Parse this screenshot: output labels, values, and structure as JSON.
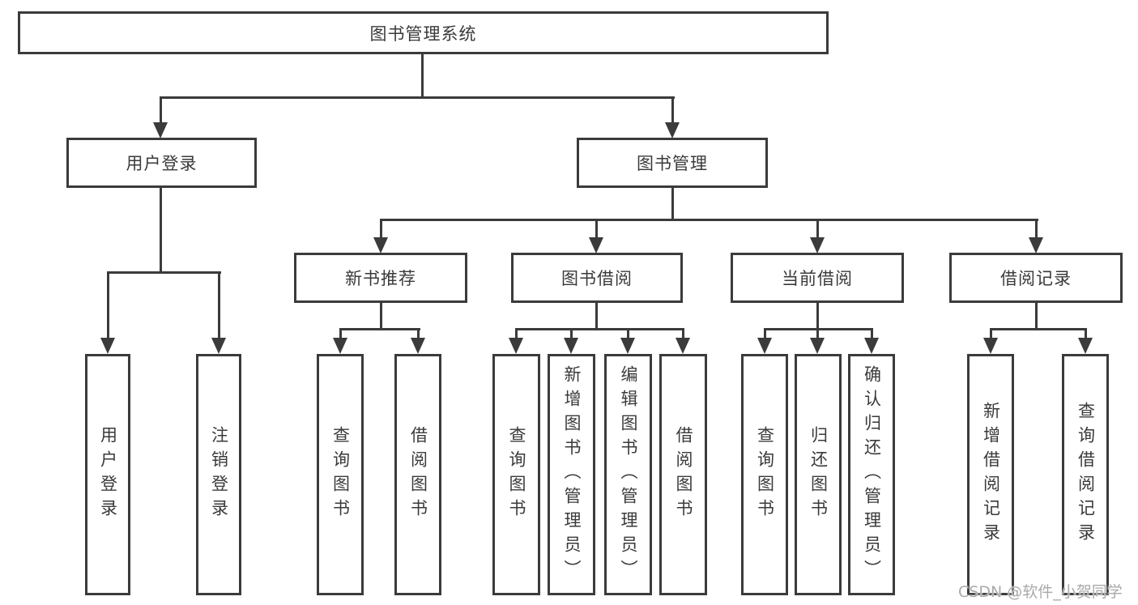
{
  "diagram_title": "图书管理系统",
  "colors": {
    "line": "#3b3b3b",
    "text": "#3a3a3a",
    "background": "#ffffff",
    "watermark": "#a9a9a9"
  },
  "nodes": {
    "root": {
      "label": "图书管理系统"
    },
    "level1": [
      {
        "id": "user-login",
        "label": "用户登录"
      },
      {
        "id": "book-management",
        "label": "图书管理"
      }
    ],
    "level2": [
      {
        "id": "new-book-recommend",
        "label": "新书推荐",
        "parent": "图书管理"
      },
      {
        "id": "book-borrowing",
        "label": "图书借阅",
        "parent": "图书管理"
      },
      {
        "id": "current-borrowing",
        "label": "当前借阅",
        "parent": "图书管理"
      },
      {
        "id": "borrowing-records",
        "label": "借阅记录",
        "parent": "图书管理"
      }
    ],
    "leaves": [
      {
        "parent": "用户登录",
        "label": "用户登录"
      },
      {
        "parent": "用户登录",
        "label": "注销登录"
      },
      {
        "parent": "新书推荐",
        "label": "查询图书"
      },
      {
        "parent": "新书推荐",
        "label": "借阅图书"
      },
      {
        "parent": "图书借阅",
        "label": "查询图书"
      },
      {
        "parent": "图书借阅",
        "label": "新增图书（管理员）"
      },
      {
        "parent": "图书借阅",
        "label": "编辑图书（管理员）"
      },
      {
        "parent": "图书借阅",
        "label": "借阅图书"
      },
      {
        "parent": "当前借阅",
        "label": "查询图书"
      },
      {
        "parent": "当前借阅",
        "label": "归还图书"
      },
      {
        "parent": "当前借阅",
        "label": "确认归还（管理员）"
      },
      {
        "parent": "借阅记录",
        "label": "新增借阅记录"
      },
      {
        "parent": "借阅记录",
        "label": "查询借阅记录"
      }
    ]
  },
  "watermark": "CSDN @软件_小贺同学"
}
